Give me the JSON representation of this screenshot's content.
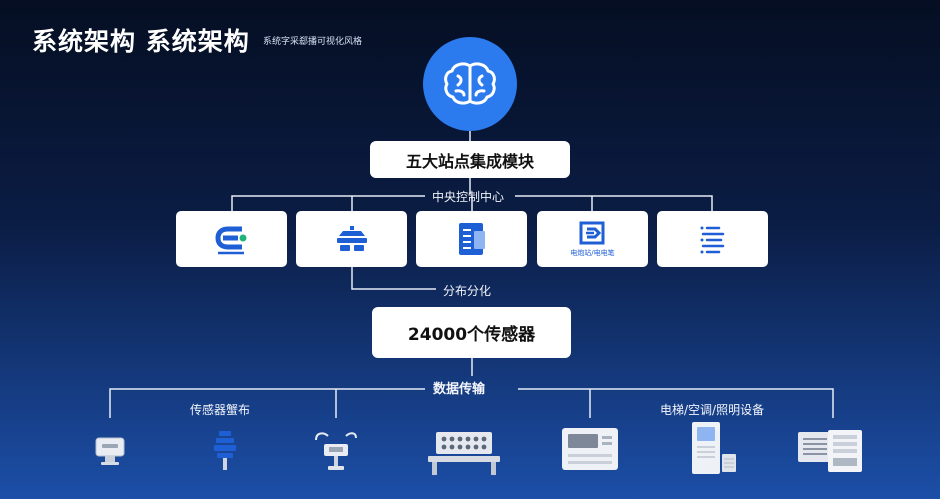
{
  "header": {
    "title": "系统架构 系统架构",
    "subtitle": "系统字采郄播可视化风格"
  },
  "top": {
    "icon": "brain-icon"
  },
  "module": {
    "label": "五大站点集成模块"
  },
  "central": {
    "label": "中央控制中心"
  },
  "stations": [
    {
      "icon": "energy-logo-icon",
      "caption": ""
    },
    {
      "icon": "building-stack-icon",
      "caption": ""
    },
    {
      "icon": "document-panel-icon",
      "caption": ""
    },
    {
      "icon": "charging-station-icon",
      "caption": "电炮站/电电笔"
    },
    {
      "icon": "list-lines-icon",
      "caption": ""
    }
  ],
  "distributed": {
    "label": "分布分化"
  },
  "sensors": {
    "label": "24000个传感器"
  },
  "transfer": {
    "label": "数据传输"
  },
  "groups": {
    "sensor_layout": "传感器蟹布",
    "elevator": "电梯/空调/照明设备"
  },
  "devices": [
    {
      "icon": "wall-sensor-icon"
    },
    {
      "icon": "pole-sensor-icon"
    },
    {
      "icon": "probe-sensor-icon"
    },
    {
      "icon": "server-rack-icon"
    },
    {
      "icon": "control-panel-icon"
    },
    {
      "icon": "air-unit-icon"
    },
    {
      "icon": "lighting-panel-icon"
    }
  ],
  "colors": {
    "accent": "#2b7bef",
    "icon_blue": "#1f5fd6",
    "line": "#e6ebf5"
  }
}
